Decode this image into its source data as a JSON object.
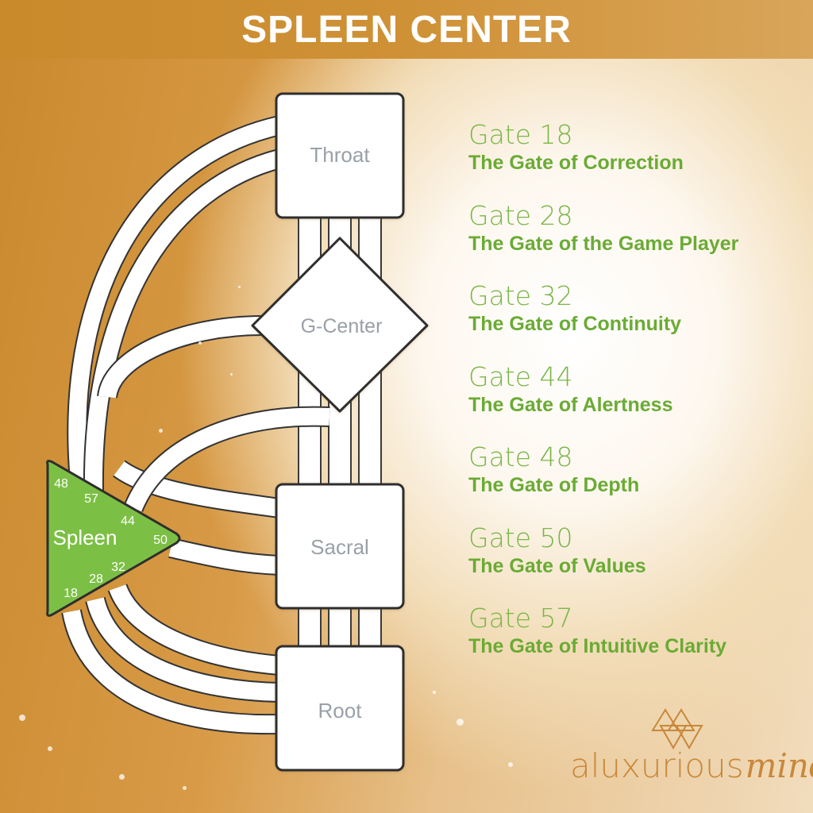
{
  "title": "SPLEEN CENTER",
  "centers": {
    "throat": "Throat",
    "g_center": "G-Center",
    "sacral": "Sacral",
    "root": "Root",
    "spleen": "Spleen"
  },
  "spleen_gates": [
    "48",
    "57",
    "44",
    "50",
    "32",
    "28",
    "18"
  ],
  "gates": [
    {
      "number": "Gate 18",
      "name": "The Gate of Correction"
    },
    {
      "number": "Gate 28",
      "name": "The Gate of the Game Player"
    },
    {
      "number": "Gate 32",
      "name": "The Gate of Continuity"
    },
    {
      "number": "Gate 44",
      "name": "The Gate of Alertness"
    },
    {
      "number": "Gate 48",
      "name": "The Gate of Depth"
    },
    {
      "number": "Gate 50",
      "name": "The Gate of Values"
    },
    {
      "number": "Gate 57",
      "name": "The Gate of Intuitive Clarity"
    }
  ],
  "brand": {
    "word": "aluxurious",
    "accent": "mind"
  },
  "colors": {
    "accent_green": "#7ab648",
    "gold": "#c98a2e",
    "center_text": "#9aa0a8"
  }
}
